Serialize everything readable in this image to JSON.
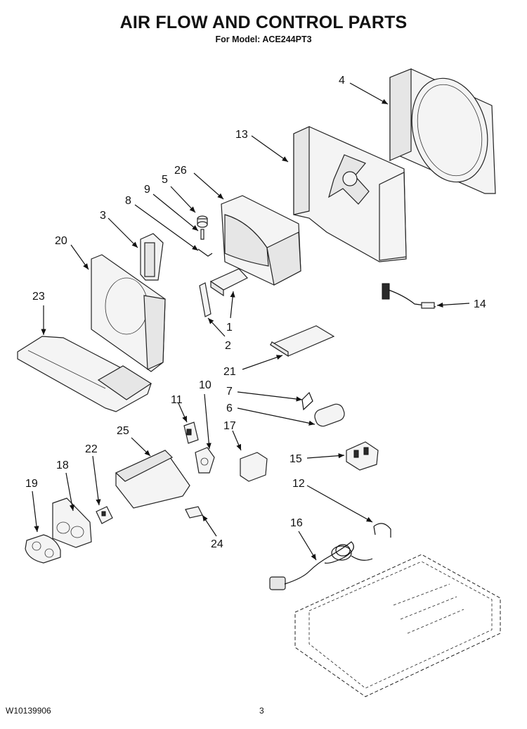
{
  "header": {
    "title": "AIR FLOW AND CONTROL PARTS",
    "subtitle": "For Model: ACE244PT3"
  },
  "footer": {
    "doc_number": "W10139906",
    "page_number": "3"
  },
  "callouts": {
    "c1": "1",
    "c2": "2",
    "c3": "3",
    "c4": "4",
    "c5": "5",
    "c6": "6",
    "c7": "7",
    "c8": "8",
    "c9": "9",
    "c10": "10",
    "c11": "11",
    "c12": "12",
    "c13": "13",
    "c14": "14",
    "c15": "15",
    "c16": "16",
    "c17": "17",
    "c18": "18",
    "c19": "19",
    "c20": "20",
    "c21": "21",
    "c22": "22",
    "c23": "23",
    "c24": "24",
    "c25": "25",
    "c26": "26"
  }
}
